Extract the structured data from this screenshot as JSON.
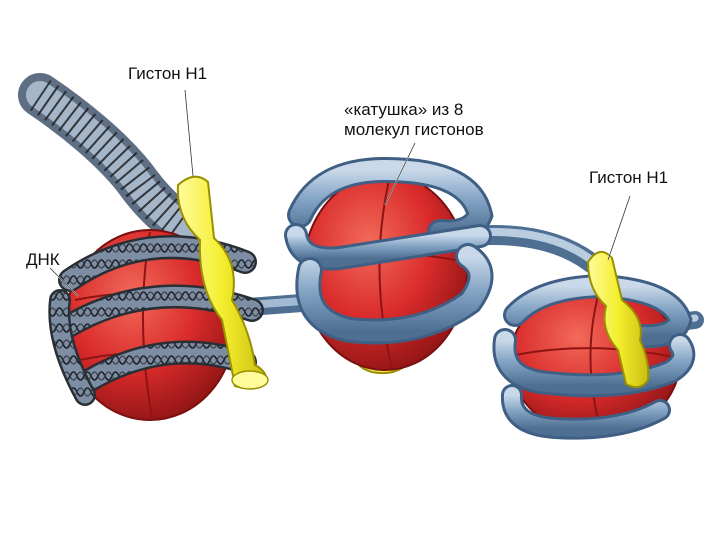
{
  "labels": {
    "histone_h1_left": "Гистон Н1",
    "spool_line1": "«катушка» из 8",
    "spool_line2": "молекул гистонов",
    "histone_h1_right": "Гистон Н1",
    "dna": "ДНК"
  },
  "colors": {
    "histone_red": "#d92b2b",
    "dna_blue": "#7e9fc0",
    "histone_h1_yellow": "#f4ee2e",
    "helix_gray": "#8a8f97"
  }
}
